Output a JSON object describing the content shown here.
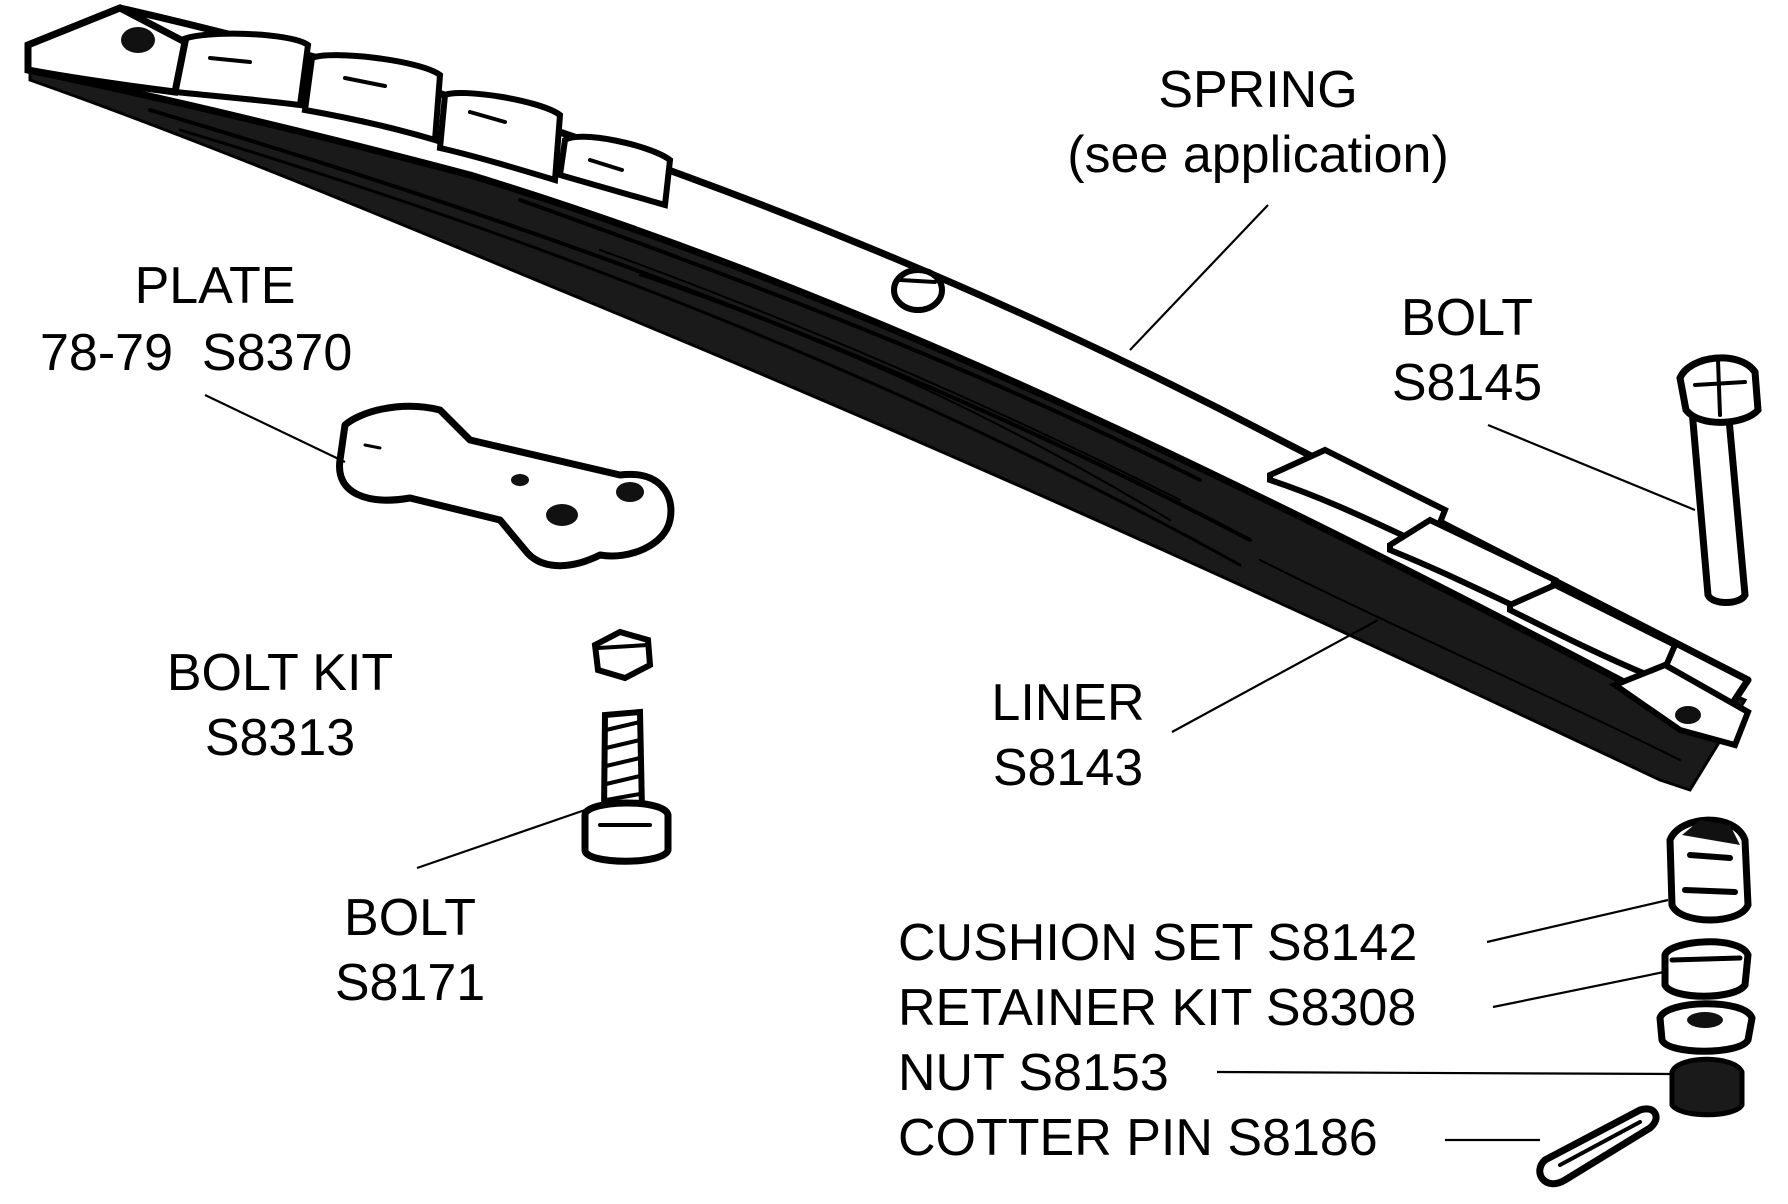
{
  "diagram": {
    "callouts": {
      "spring": {
        "name": "SPRING",
        "part": "(see application)"
      },
      "plate": {
        "name": "PLATE",
        "part": "78-79  S8370"
      },
      "bolt_top": {
        "name": "BOLT",
        "part": "S8145"
      },
      "bolt_kit": {
        "name": "BOLT KIT",
        "part": "S8313"
      },
      "liner": {
        "name": "LINER",
        "part": "S8143"
      },
      "bolt_bottom": {
        "name": "BOLT",
        "part": "S8171"
      },
      "cushion_set": {
        "label": "CUSHION SET S8142"
      },
      "retainer_kit": {
        "label": "RETAINER KIT S8308"
      },
      "nut": {
        "label": "NUT S8153"
      },
      "cotter_pin": {
        "label": "COTTER PIN S8186"
      }
    }
  }
}
